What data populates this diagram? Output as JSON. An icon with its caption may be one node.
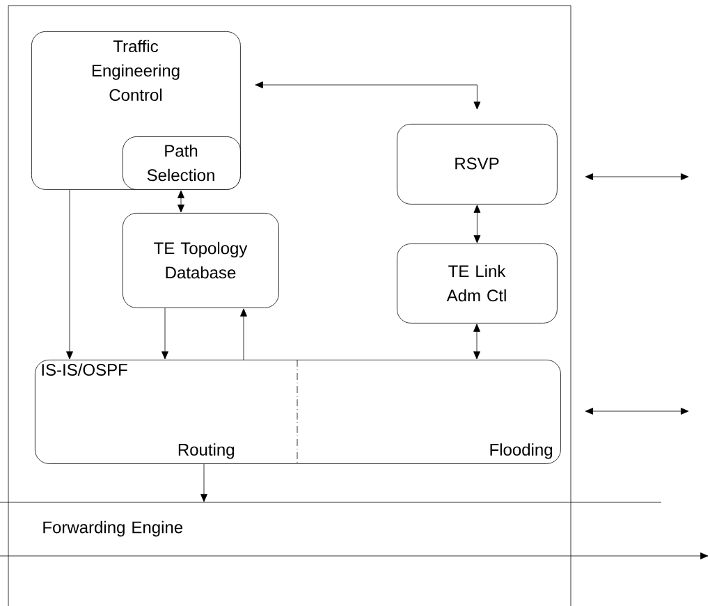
{
  "diagram": {
    "nodes": [
      {
        "text": [
          "Traffic Engineering Control"
        ]
      },
      {
        "text": [
          "Path Selection"
        ],
        "in": 0
      },
      {
        "text": [
          "RSVP"
        ]
      },
      {
        "text": [
          "TE Topology Database"
        ]
      },
      {
        "text": [
          "TE Link Adm Ctl"
        ]
      },
      {
        "text": [
          "IS-IS/OSPF",
          "Routing",
          "Flooding"
        ]
      },
      {
        "text": [
          "Forwarding Engine"
        ]
      }
    ],
    "edges": [
      {
        "from": 0,
        "to": 2,
        "arrow": "both"
      },
      {
        "from": 0,
        "to": 5,
        "arrow": "to"
      },
      {
        "from": 1,
        "to": 3,
        "arrow": "both"
      },
      {
        "from": 3,
        "to": 5,
        "arrow": "to"
      },
      {
        "from": 5,
        "to": 3,
        "arrow": "to"
      },
      {
        "from": 2,
        "to": 4,
        "arrow": "both"
      },
      {
        "from": 4,
        "to": 5,
        "arrow": "both"
      },
      {
        "from": 5,
        "to": 6,
        "arrow": "to"
      }
    ]
  }
}
